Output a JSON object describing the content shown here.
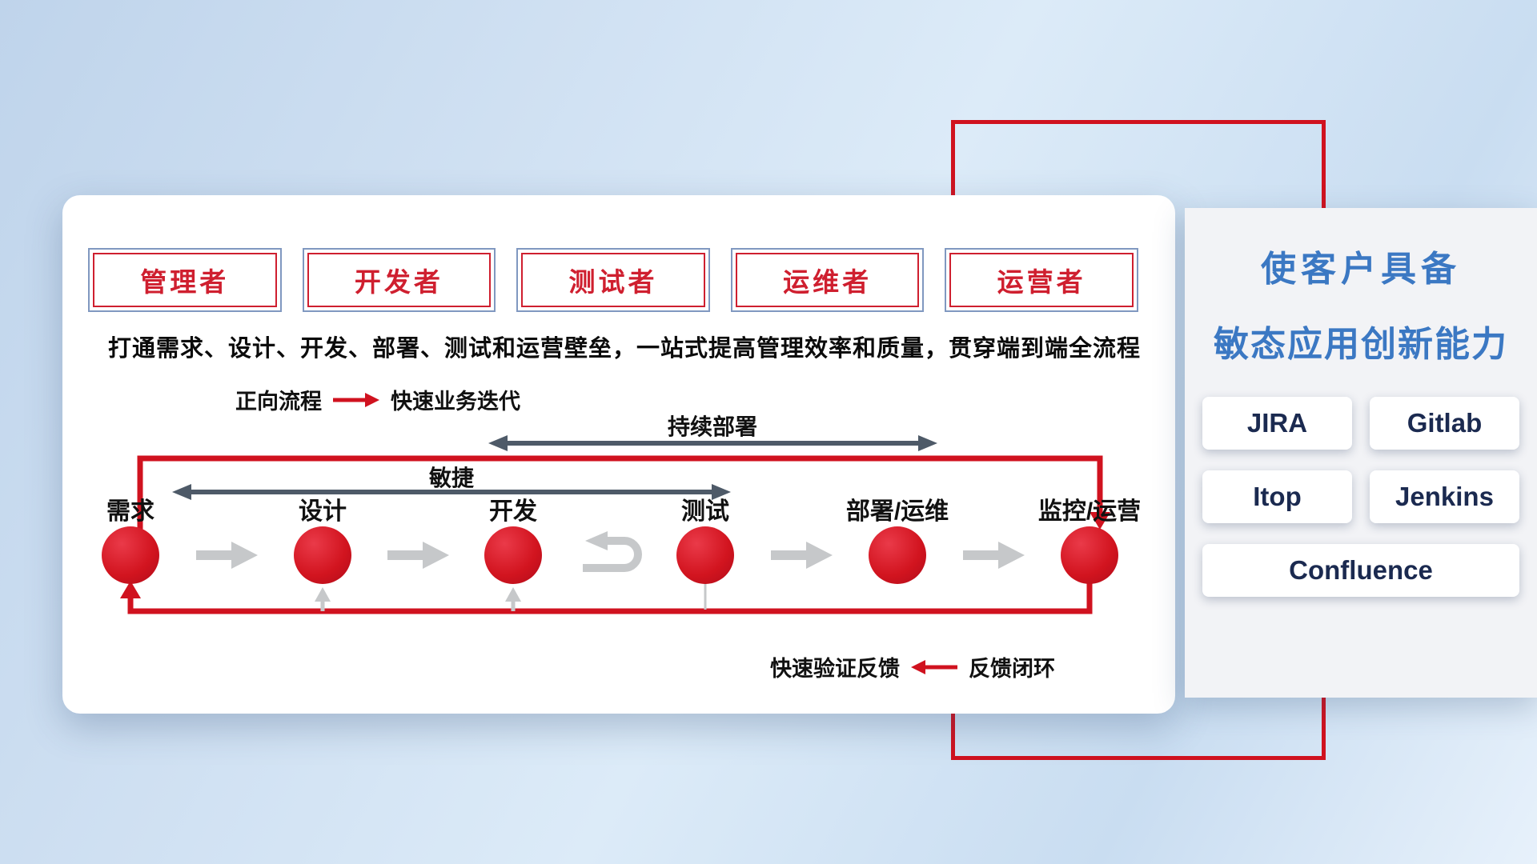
{
  "colors": {
    "red": "#d0121f",
    "slate_arrow": "#4e5a68",
    "gray_arrow": "#c6c8ca",
    "blue_title": "#3b78c3",
    "navy_text": "#1b2a50",
    "role_border_outer": "#8098c0",
    "role_border_inner": "#cf1f2f"
  },
  "icons": {
    "forward_arrow": "right-arrow",
    "feedback_arrow": "left-arrow",
    "iteration": "u-turn-arrow"
  },
  "roles": {
    "items": [
      {
        "label": "管理者"
      },
      {
        "label": "开发者"
      },
      {
        "label": "测试者"
      },
      {
        "label": "运维者"
      },
      {
        "label": "运营者"
      }
    ]
  },
  "subtitle": "打通需求、设计、开发、部署、测试和运营壁垒，一站式提高管理效率和质量，贯穿端到端全流程",
  "legends": {
    "forward_label": "正向流程",
    "forward_desc": "快速业务迭代",
    "feedback_label": "快速验证反馈",
    "feedback_desc": "反馈闭环"
  },
  "flow": {
    "span_continuous": "持续部署",
    "span_agile": "敏捷",
    "stages": [
      {
        "label": "需求"
      },
      {
        "label": "设计"
      },
      {
        "label": "开发"
      },
      {
        "label": "测试"
      },
      {
        "label": "部署/运维"
      },
      {
        "label": "监控/运营"
      }
    ]
  },
  "right_panel": {
    "title_line1": "使客户具备",
    "title_line2": "敏态应用创新能力",
    "tools": [
      {
        "name": "JIRA"
      },
      {
        "name": "Gitlab"
      },
      {
        "name": "Itop"
      },
      {
        "name": "Jenkins"
      },
      {
        "name": "Confluence"
      }
    ]
  }
}
